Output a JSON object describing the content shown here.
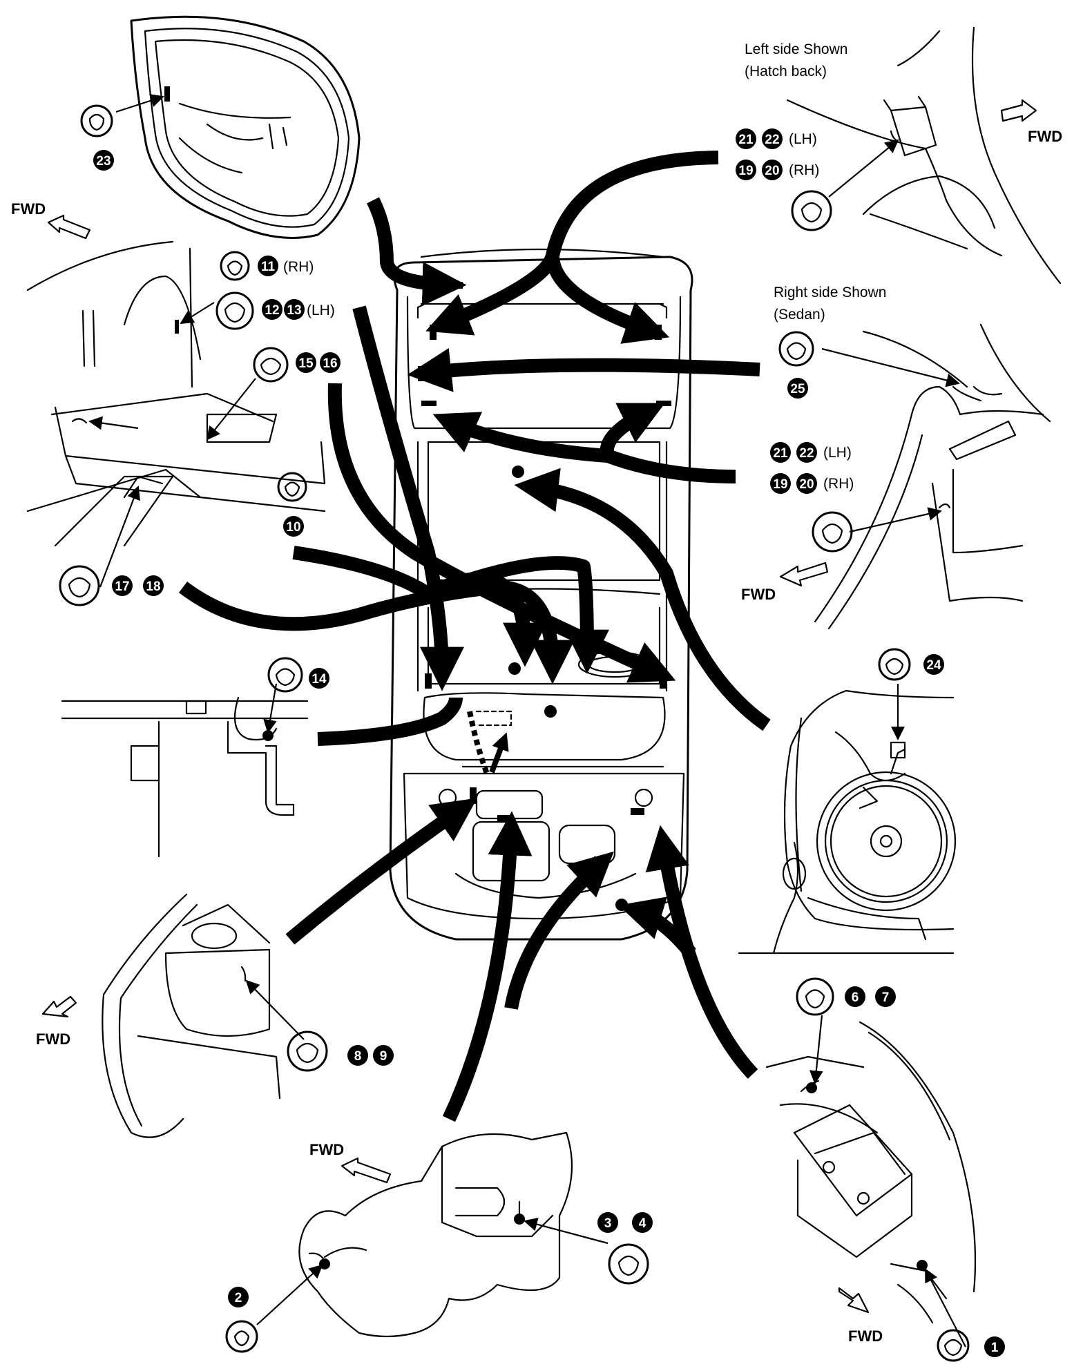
{
  "captions": {
    "left_side_shown": "Left side Shown",
    "hatch_back": "(Hatch back)",
    "right_side_shown": "Right side Shown",
    "sedan": "(Sedan)"
  },
  "fwd_label": "FWD",
  "side_tags": {
    "lh": "(LH)",
    "rh": "(RH)"
  },
  "callouts": {
    "c1": "1",
    "c2": "2",
    "c3": "3",
    "c4": "4",
    "c6": "6",
    "c7": "7",
    "c8": "8",
    "c9": "9",
    "c10": "10",
    "c11": "11",
    "c12": "12",
    "c13": "13",
    "c14": "14",
    "c15": "15",
    "c16": "16",
    "c17": "17",
    "c18": "18",
    "c19": "19",
    "c20": "20",
    "c21": "21",
    "c22": "22",
    "c23": "23",
    "c24": "24",
    "c25": "25"
  },
  "icons": {
    "clip": "harness-clip-icon",
    "fwd_arrow": "forward-arrow-icon"
  }
}
